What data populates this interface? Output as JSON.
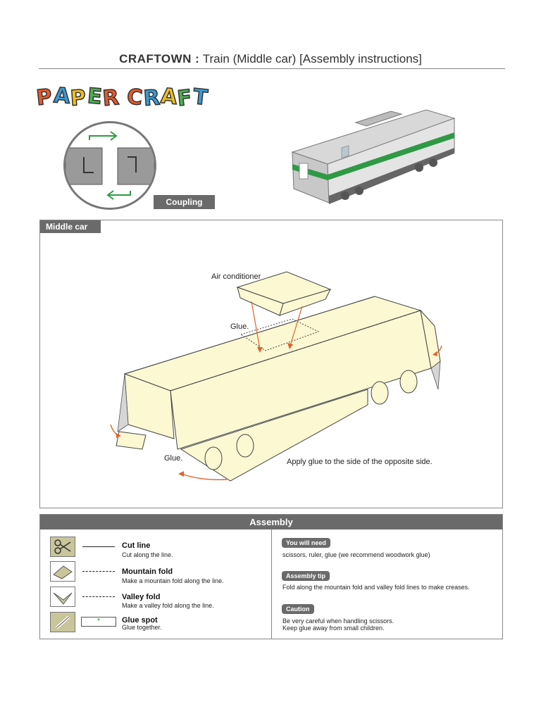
{
  "header": {
    "brand": "CRAFTOWN :",
    "subtitle": "Train  (Middle car)  [Assembly instructions]"
  },
  "logo": {
    "text": "PAPER CRAFT"
  },
  "coupling": {
    "label": "Coupling"
  },
  "middle_car": {
    "tag": "Middle car",
    "labels": {
      "air_conditioner": "Air conditioner",
      "glue_top": "Glue.",
      "glue_bottom": "Glue.",
      "apply_glue": "Apply glue to the side of the opposite side."
    }
  },
  "assembly": {
    "heading": "Assembly",
    "legend": [
      {
        "icon": "scissors-icon",
        "title": "Cut line",
        "desc": "Cut along the line."
      },
      {
        "icon": "mountain-fold-icon",
        "title": "Mountain fold",
        "desc": "Make a mountain fold along the line."
      },
      {
        "icon": "valley-fold-icon",
        "title": "Valley fold",
        "desc": "Make a valley fold along the line."
      },
      {
        "icon": "glue-icon",
        "title": "Glue spot",
        "desc": "Glue together.",
        "mark": "*"
      }
    ],
    "info": [
      {
        "label": "You will need",
        "lines": [
          "scissors, ruler, glue (we recommend woodwork glue)"
        ]
      },
      {
        "label": "Assembly tip",
        "lines": [
          "Fold along the mountain fold and valley fold lines to make creases."
        ]
      },
      {
        "label": "Caution",
        "lines": [
          "Be very careful when handling scissors.",
          "Keep glue away from small children."
        ]
      }
    ]
  },
  "colors": {
    "panel_fill": "#fbf8d2",
    "arrow_orange": "#e0622a",
    "stripe_green": "#2f9a45",
    "tag_gray": "#6a6a6a"
  }
}
